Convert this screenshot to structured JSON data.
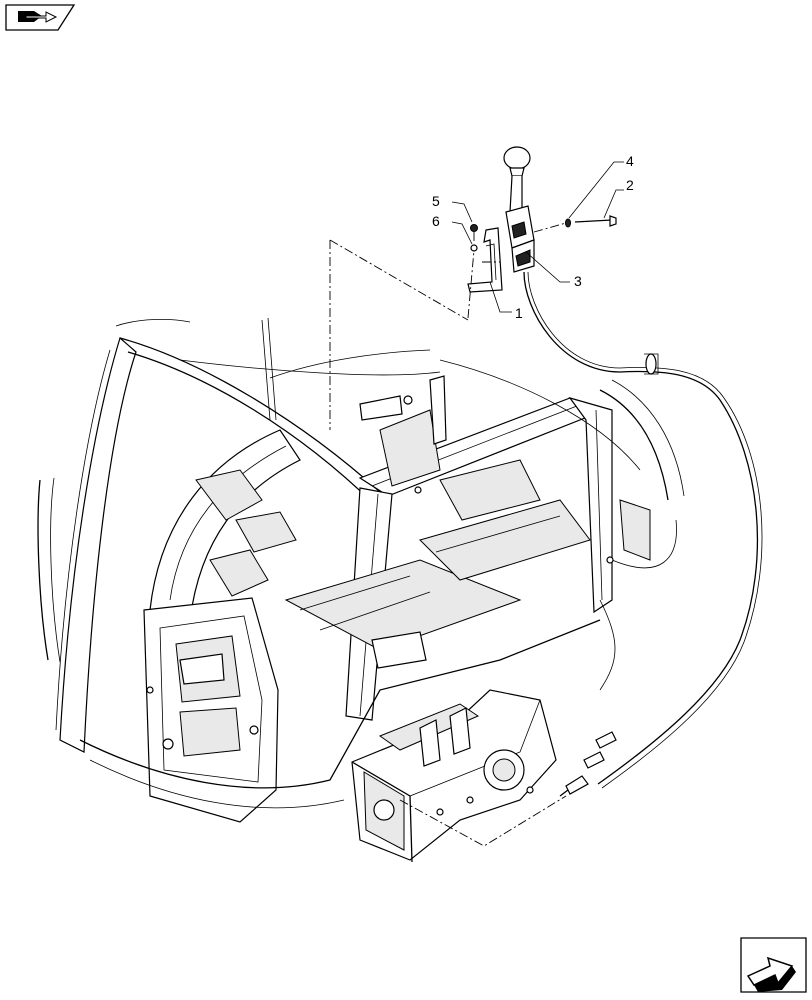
{
  "navigation": {
    "top_left_icon": "book-arrow-icon",
    "bottom_right_icon": "next-page-arrow-icon"
  },
  "callouts": [
    {
      "id": "1",
      "label": "1"
    },
    {
      "id": "2",
      "label": "2"
    },
    {
      "id": "3",
      "label": "3"
    },
    {
      "id": "4",
      "label": "4"
    },
    {
      "id": "5",
      "label": "5"
    },
    {
      "id": "6",
      "label": "6"
    }
  ]
}
